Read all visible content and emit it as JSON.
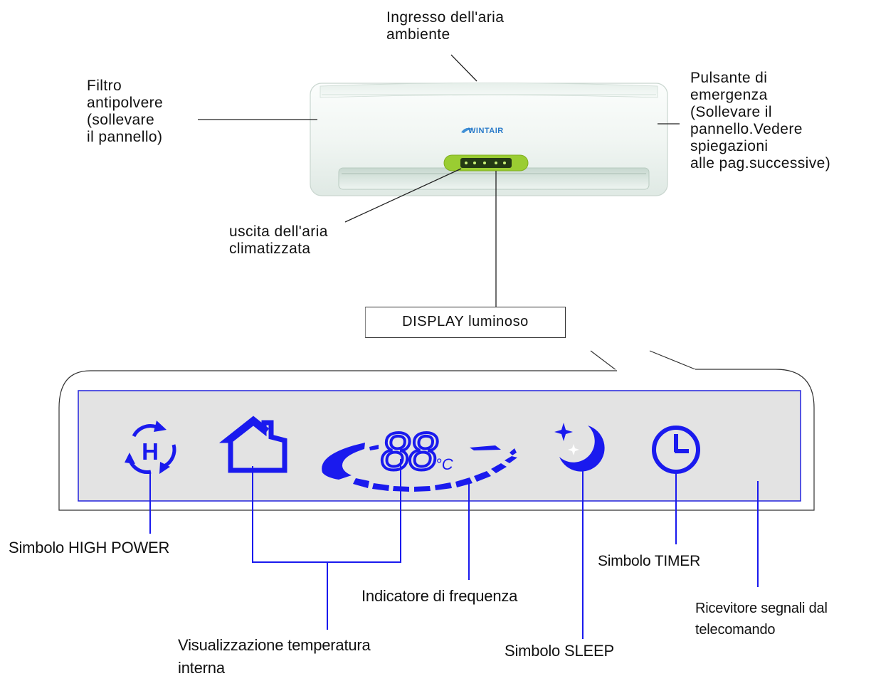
{
  "unit_labels": {
    "room_air_inlet": "Ingresso dell'aria\nambiente",
    "dust_filter": "Filtro\nantipolvere\n(sollevare\nil pannello)",
    "emergency_button": "Pulsante di\nemergenza\n(Sollevare il\npannello.Vedere\nspiegazioni\nalle pag.successive)",
    "air_outlet": "uscita dell'aria\nclimatizzata",
    "display_box": "DISPLAY luminoso"
  },
  "brand_logo": "WINTAIR",
  "panel_labels": {
    "high_power": "Simbolo HIGH POWER",
    "temperature": "Visualizzazione temperatura\ninterna",
    "frequency": "Indicatore di frequenza",
    "sleep": "Simbolo SLEEP",
    "timer": "Simbolo TIMER",
    "receiver": "Ricevitore segnali dal\ntelecomando"
  },
  "display_readout": {
    "digits": "88",
    "unit": "°C",
    "high_power_letter": "H"
  },
  "colors": {
    "display_symbols": "#1a1aee",
    "display_bg": "#e3e3e3",
    "panel_outline": "#2222dd",
    "ac_panel_green": "#9acd32"
  }
}
